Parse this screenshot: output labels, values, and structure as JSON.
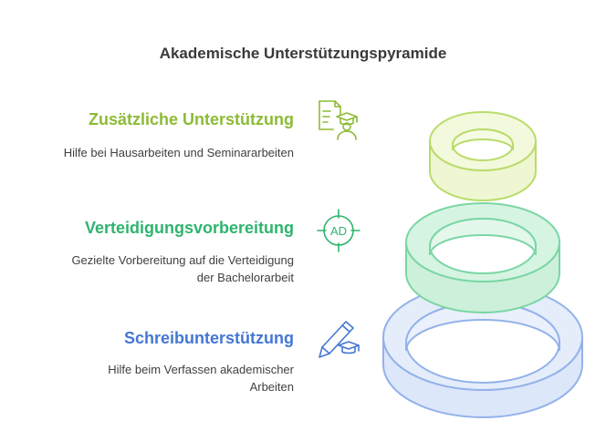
{
  "title": "Akademische Unterstützungspyramide",
  "levels": [
    {
      "title": "Zusätzliche Unterstützung",
      "desc_lines": [
        "Hilfe bei Hausarbeiten und Seminararbeiten"
      ],
      "color": "#8dbb35",
      "icon": "document-graduate-icon"
    },
    {
      "title": "Verteidigungsvorbereitung",
      "desc_lines": [
        "Gezielte Vorbereitung auf die Verteidigung",
        "der Bachelorarbeit"
      ],
      "color": "#2fb46f",
      "icon": "ad-target-icon"
    },
    {
      "title": "Schreibunterstützung",
      "desc_lines": [
        "Hilfe beim Verfassen akademischer",
        "Arbeiten"
      ],
      "color": "#4477d4",
      "icon": "pen-graduation-cap-icon"
    }
  ],
  "icon_label_ad": "AD",
  "ring_colors": {
    "top": {
      "fill": "#f3f9dc",
      "stroke": "#b9dc6a"
    },
    "middle": {
      "fill": "#d6f4e2",
      "stroke": "#7bd6a4"
    },
    "bottom": {
      "fill": "#e5edfb",
      "stroke": "#93b2ea"
    }
  }
}
